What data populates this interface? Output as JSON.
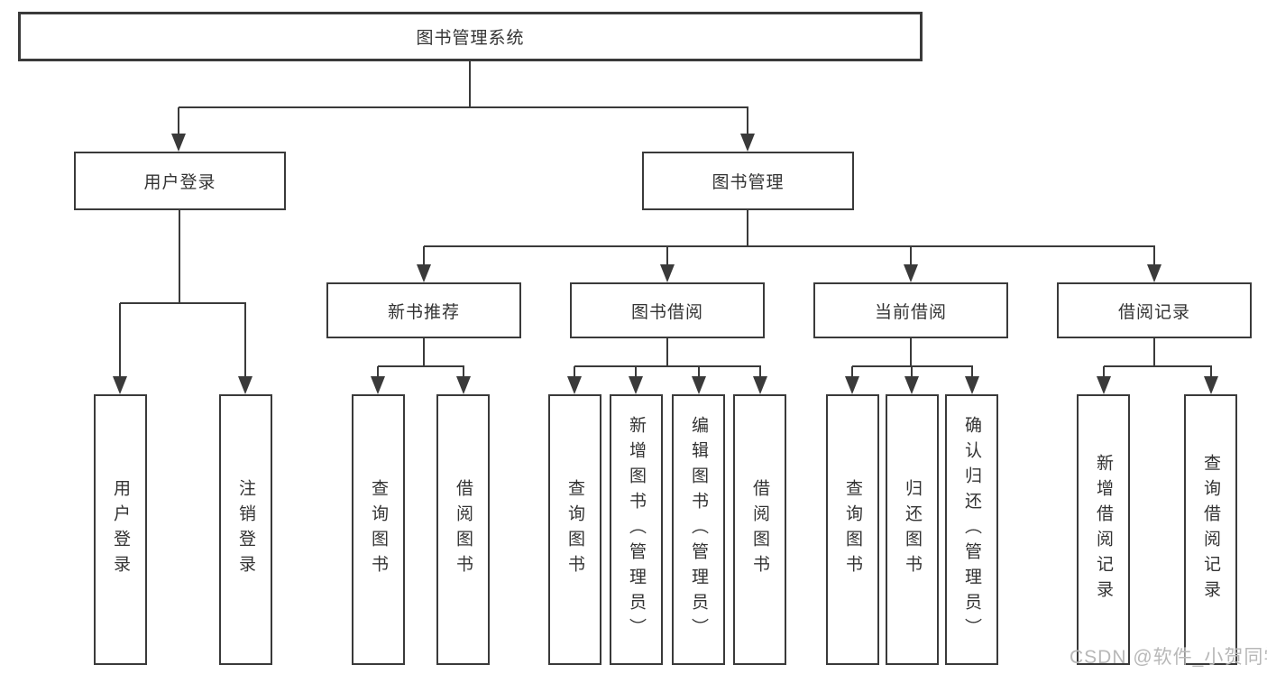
{
  "diagram": {
    "title": "图书管理系统",
    "root": {
      "label": "图书管理系统"
    },
    "level2": [
      {
        "label": "用户登录"
      },
      {
        "label": "图书管理"
      }
    ],
    "level3": [
      {
        "label": "新书推荐"
      },
      {
        "label": "图书借阅"
      },
      {
        "label": "当前借阅"
      },
      {
        "label": "借阅记录"
      }
    ],
    "leaves": [
      {
        "label": "用户登录"
      },
      {
        "label": "注销登录"
      },
      {
        "label": "查询图书"
      },
      {
        "label": "借阅图书"
      },
      {
        "label": "查询图书"
      },
      {
        "label": "新增图书（管理员）"
      },
      {
        "label": "编辑图书（管理员）"
      },
      {
        "label": "借阅图书"
      },
      {
        "label": "查询图书"
      },
      {
        "label": "归还图书"
      },
      {
        "label": "确认归还（管理员）"
      },
      {
        "label": "新增借阅记录"
      },
      {
        "label": "查询借阅记录"
      }
    ],
    "watermark": "CSDN @软件_小贺同学",
    "colors": {
      "line": "#3a3a3a",
      "text": "#333333",
      "box_background": "#ffffff",
      "watermark": "#b8b8b8"
    }
  }
}
